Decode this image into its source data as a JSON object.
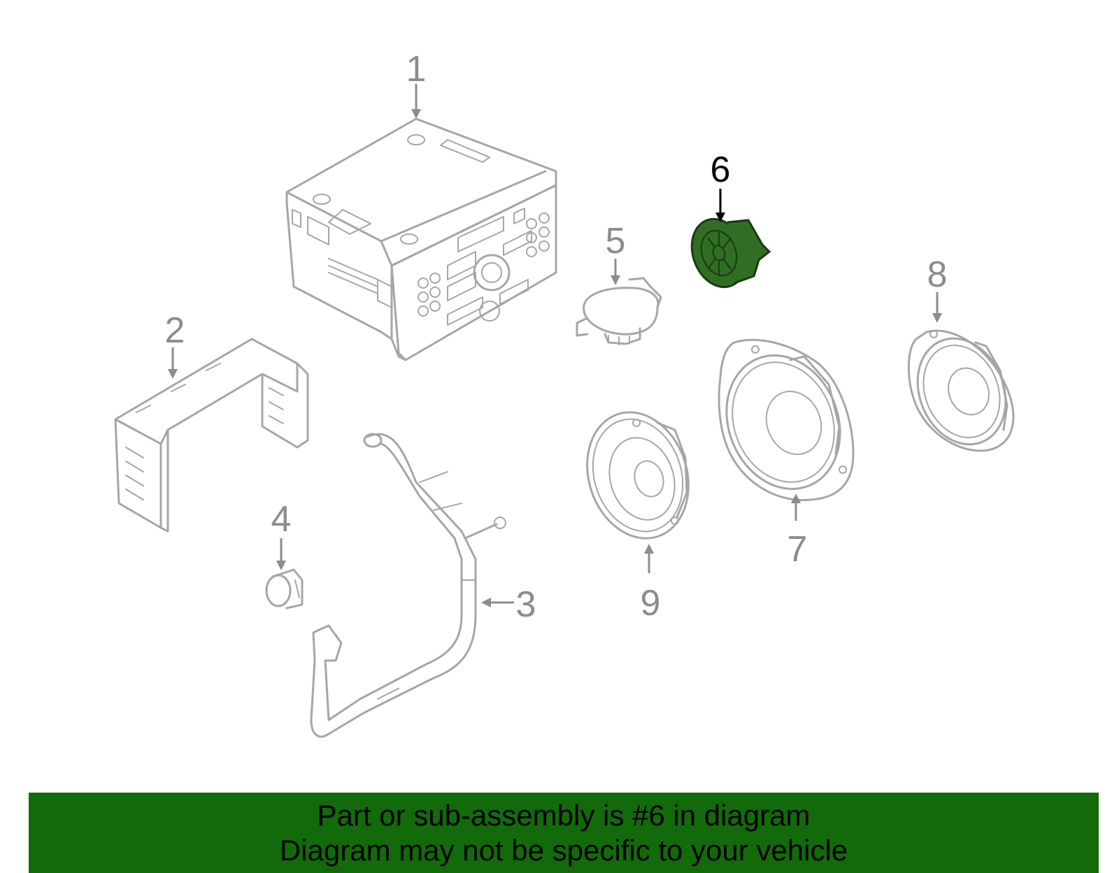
{
  "callouts": [
    {
      "id": "1",
      "label": "1"
    },
    {
      "id": "2",
      "label": "2"
    },
    {
      "id": "3",
      "label": "3"
    },
    {
      "id": "4",
      "label": "4"
    },
    {
      "id": "5",
      "label": "5"
    },
    {
      "id": "6",
      "label": "6",
      "highlighted": true
    },
    {
      "id": "7",
      "label": "7"
    },
    {
      "id": "8",
      "label": "8"
    },
    {
      "id": "9",
      "label": "9"
    }
  ],
  "colors": {
    "highlight_fill": "#2f6e23",
    "banner_background": "#136a0a",
    "line_art": "#a6a6a6"
  },
  "banner": {
    "line1": "Part or sub-assembly is #6 in diagram",
    "line2": "Diagram may not be specific to your vehicle"
  }
}
